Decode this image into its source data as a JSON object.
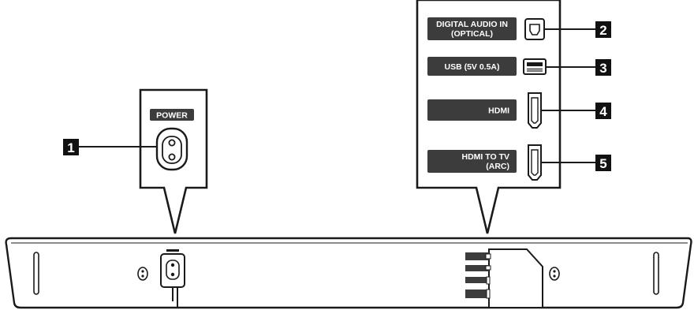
{
  "callouts": [
    {
      "number": "1",
      "label": "POWER"
    },
    {
      "number": "2",
      "label_line1": "DIGITAL AUDIO IN",
      "label_line2": "(OPTICAL)"
    },
    {
      "number": "3",
      "label": "USB (5V 0.5A)"
    },
    {
      "number": "4",
      "label": "HDMI"
    },
    {
      "number": "5",
      "label_line1": "HDMI TO TV",
      "label_line2": "(ARC)"
    }
  ],
  "colors": {
    "ink": "#1a1a1a",
    "label_bg": "#3c3c3c",
    "badge_bg": "#111111",
    "background": "#ffffff"
  },
  "icons": [
    "ac-power-socket-icon",
    "optical-port-icon",
    "usb-port-icon",
    "hdmi-port-icon",
    "hdmi-arc-port-icon"
  ]
}
